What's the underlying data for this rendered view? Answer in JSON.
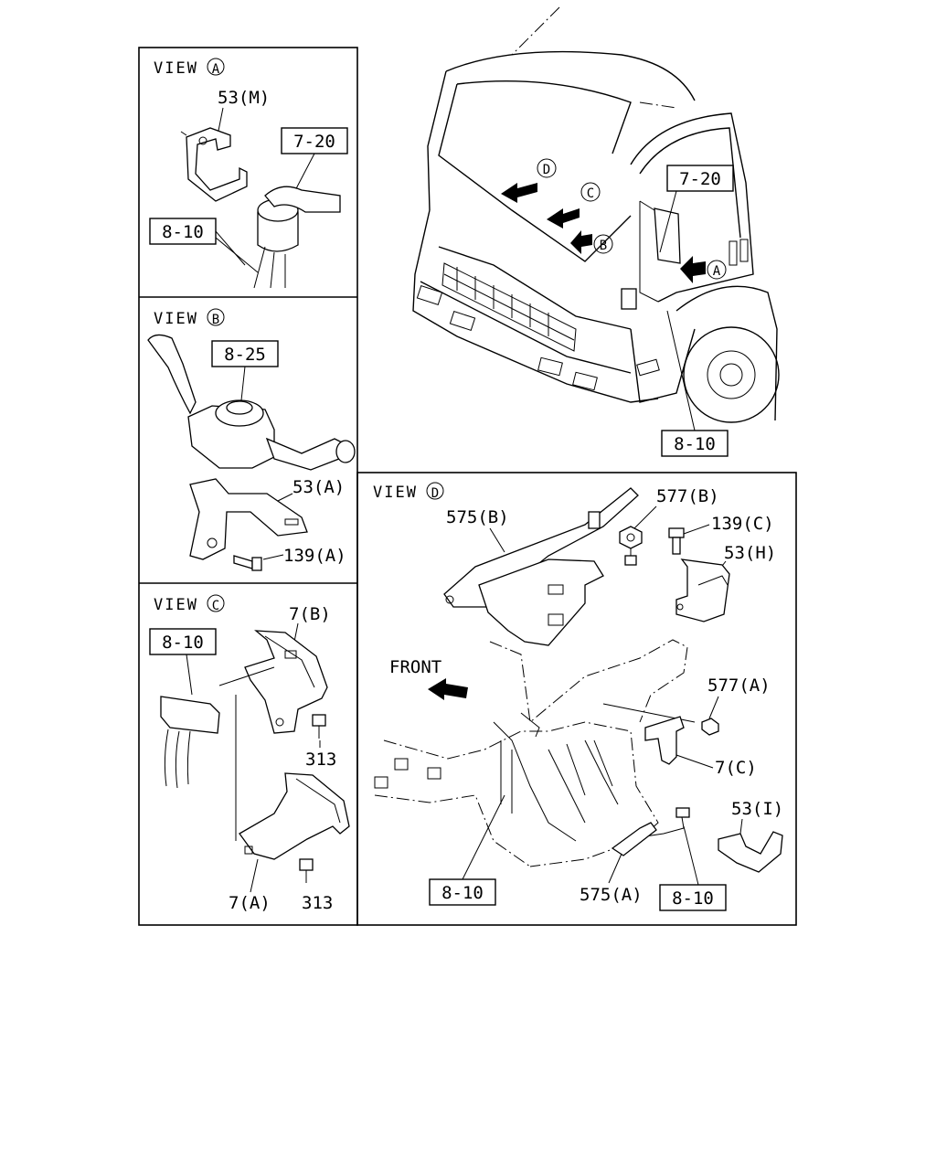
{
  "views": {
    "a": {
      "title": "VIEW",
      "letter": "A"
    },
    "b": {
      "title": "VIEW",
      "letter": "B"
    },
    "c": {
      "title": "VIEW",
      "letter": "C"
    },
    "d": {
      "title": "VIEW",
      "letter": "D"
    }
  },
  "truck": {
    "arrow_letters": [
      "D",
      "C",
      "B",
      "A"
    ],
    "ref_7_20": "7-20",
    "ref_8_10": "8-10"
  },
  "view_a": {
    "label_53m": "53(M)",
    "ref_7_20": "7-20",
    "ref_8_10": "8-10"
  },
  "view_b": {
    "ref_8_25": "8-25",
    "label_53a": "53(A)",
    "label_139a": "139(A)"
  },
  "view_c": {
    "ref_8_10": "8-10",
    "label_7b": "7(B)",
    "label_313_top": "313",
    "label_313_bottom": "313",
    "label_7a": "7(A)"
  },
  "view_d": {
    "label_575b": "575(B)",
    "label_577b": "577(B)",
    "label_139c": "139(C)",
    "label_53h": "53(H)",
    "front": "FRONT",
    "label_577a": "577(A)",
    "label_7c": "7(C)",
    "label_53i": "53(I)",
    "ref_8_10_left": "8-10",
    "label_575a": "575(A)",
    "ref_8_10_right": "8-10"
  }
}
